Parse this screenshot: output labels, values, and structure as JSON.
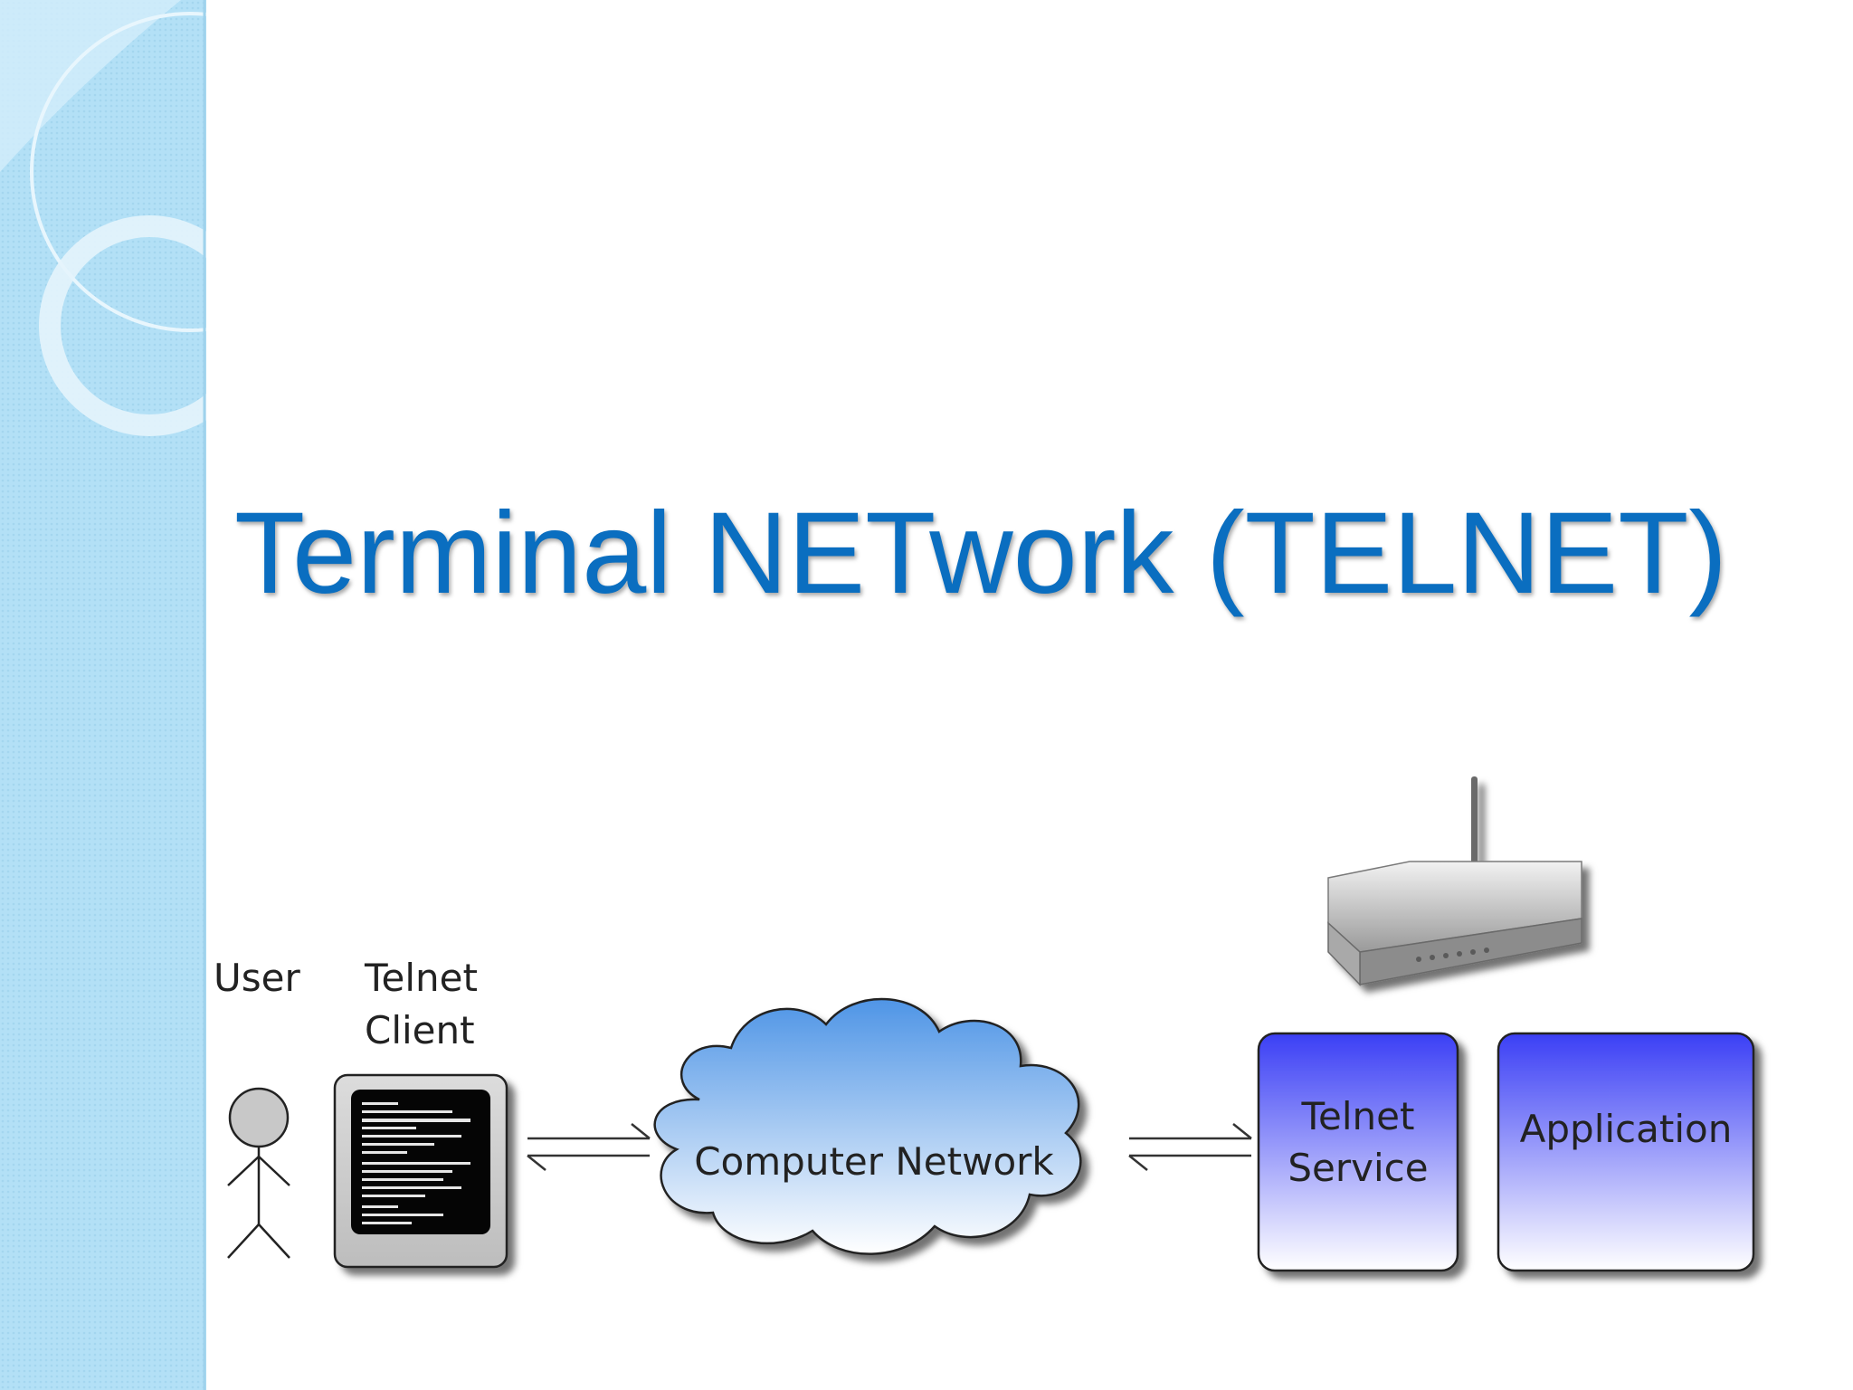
{
  "slide": {
    "title": "Terminal NETwork (TELNET)"
  },
  "diagram": {
    "user_label": "User",
    "client_label_line1": "Telnet",
    "client_label_line2": "Client",
    "network_label": "Computer Network",
    "service_label_line1": "Telnet",
    "service_label_line2": "Service",
    "application_label": "Application"
  },
  "colors": {
    "title": "#0a6ec0",
    "sidebar": "#b3e0f6",
    "cloud_top": "#4f95e6",
    "box_top": "#3b3ff5"
  }
}
